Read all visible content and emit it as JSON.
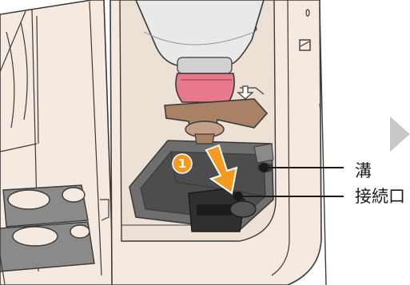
{
  "callouts": {
    "groove": "溝",
    "connector": "接続口"
  },
  "step": {
    "number": "1"
  },
  "colors": {
    "body": "#f6e9df",
    "outline": "#3a3a3a",
    "tray": "#6e6e6e",
    "tray_dark": "#4d4d4d",
    "connector": "#2f2f2f",
    "cap_pink": "#e8798a",
    "lever_brown": "#a98165",
    "bottle": "#e9e9e9",
    "step_badge": "#f39a1f",
    "arrow": "#f39a1f",
    "next_arrow": "#c8c8c8"
  },
  "icons": [
    "down-arrow-icon",
    "next-arrow-icon",
    "orientation-symbol-icon"
  ]
}
